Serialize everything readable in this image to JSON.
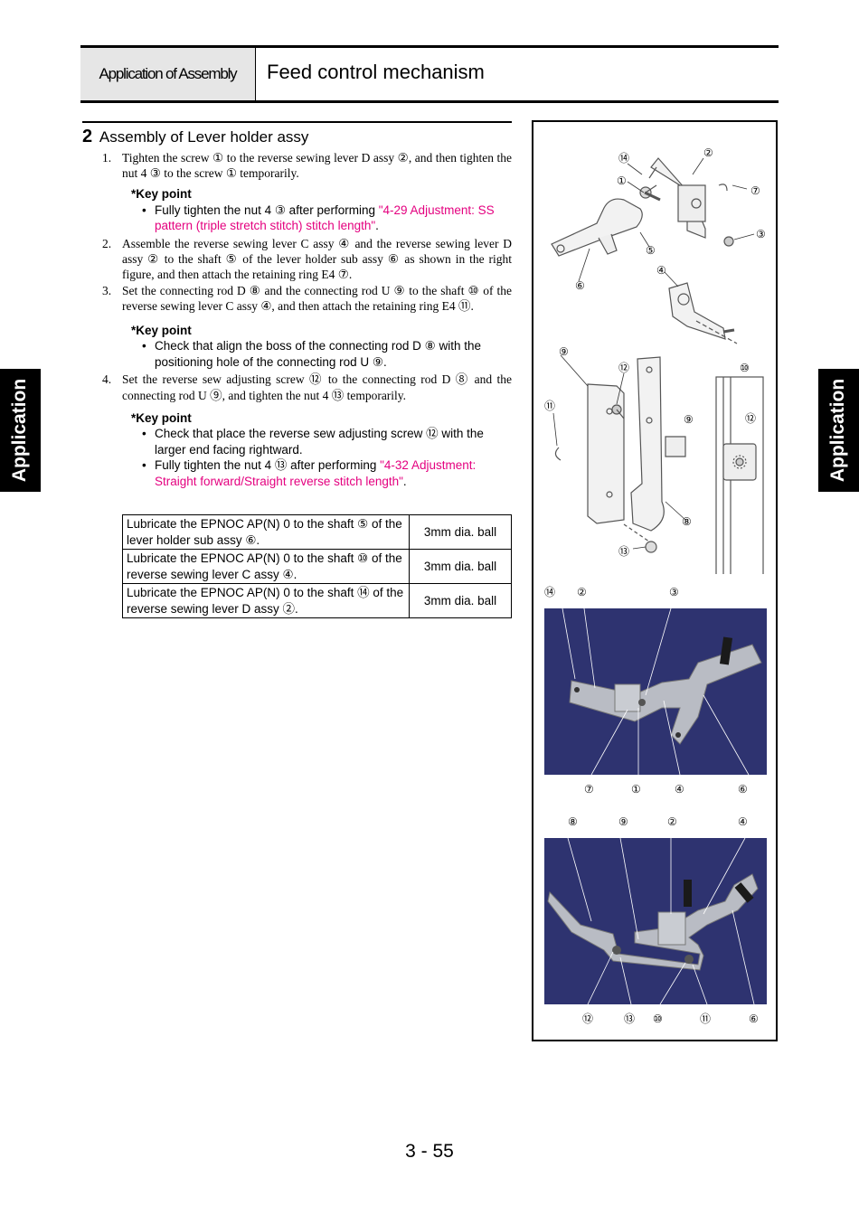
{
  "header": {
    "section": "Application of Assembly",
    "title": "Feed control mechanism"
  },
  "subhead": {
    "number": "2",
    "title": "Assembly of Lever holder assy"
  },
  "steps": [
    {
      "n": "1.",
      "text": "Tighten the screw ① to the reverse sewing lever D assy ②, and then tighten the nut 4 ③ to the screw ① temporarily."
    },
    {
      "n": "2.",
      "text": "Assemble the reverse sewing lever C assy ④ and the reverse sewing lever D assy ② to the shaft ⑤ of the lever holder sub assy ⑥ as shown in the right figure, and then attach the retaining ring E4 ⑦."
    },
    {
      "n": "3.",
      "text": "Set the connecting rod D ⑧ and the connecting rod U ⑨ to the shaft ⑩ of the reverse sewing lever C assy ④, and then attach the retaining ring E4 ⑪."
    },
    {
      "n": "4.",
      "text": "Set the reverse sew adjusting screw ⑫ to the connecting rod D ⑧ and the connecting rod U ⑨, and tighten the nut 4 ⑬ temporarily."
    }
  ],
  "keypoints": {
    "title": "*Key point",
    "kp1": {
      "pre": "Fully tighten the nut 4 ③ after performing ",
      "link": "\"4-29 Adjustment: SS pattern (triple stretch stitch) stitch length\"",
      "post": "."
    },
    "kp2": {
      "text": "Check that align the boss of the connecting rod D ⑧ with the positioning hole of the connecting rod U ⑨."
    },
    "kp3a": {
      "text": "Check that place the reverse sew adjusting screw ⑫ with the larger end facing rightward."
    },
    "kp3b": {
      "pre": "Fully tighten the nut 4 ⑬ after performing ",
      "link": "\"4-32 Adjustment: Straight forward/Straight reverse stitch length\"",
      "post": "."
    }
  },
  "lube": [
    {
      "text": "Lubricate the EPNOC AP(N) 0 to the shaft ⑤ of the lever holder sub assy ⑥.",
      "value": "3mm dia. ball"
    },
    {
      "text": "Lubricate the EPNOC AP(N) 0 to the shaft ⑩ of the reverse sewing lever C assy ④.",
      "value": "3mm dia. ball"
    },
    {
      "text": "Lubricate the EPNOC AP(N) 0 to the shaft ⑭ of the reverse sewing lever D assy ②.",
      "value": "3mm dia. ball"
    }
  ],
  "side_tab": "Application",
  "figure": {
    "diagram_labels": [
      "⑭",
      "②",
      "①",
      "⑦",
      "③",
      "⑤",
      "④",
      "⑥",
      "⑨",
      "⑫",
      "⑩",
      "⑪",
      "⑨",
      "⑫",
      "⑧",
      "⑬"
    ],
    "photo1_top": [
      "⑭",
      "②",
      "③"
    ],
    "photo1_bottom": [
      "⑦",
      "①",
      "④",
      "⑥"
    ],
    "photo2_top": [
      "⑧",
      "⑨",
      "②",
      "④"
    ],
    "photo2_bottom": [
      "⑫",
      "⑬",
      "⑩",
      "⑪",
      "⑥"
    ]
  },
  "page_number": "3 - 55",
  "colors": {
    "link": "#e4007f",
    "photo_bg": "#2e3370",
    "header_bg": "#e6e6e6"
  }
}
